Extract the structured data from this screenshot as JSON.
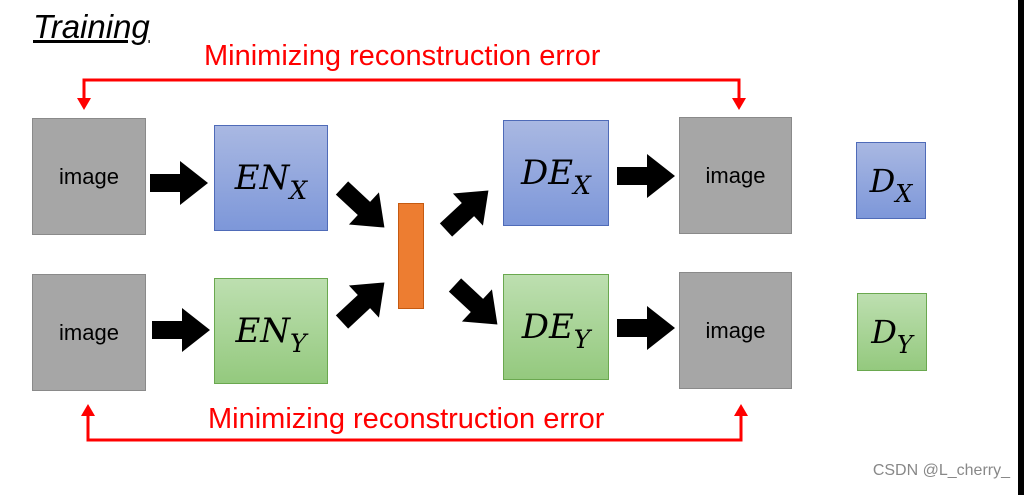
{
  "title": "Training",
  "top_label": "Minimizing reconstruction error",
  "bottom_label": "Minimizing reconstruction error",
  "image_label": "image",
  "encoders": {
    "x": {
      "main": "EN",
      "sub": "X"
    },
    "y": {
      "main": "EN",
      "sub": "Y"
    }
  },
  "decoders": {
    "x": {
      "main": "DE",
      "sub": "X"
    },
    "y": {
      "main": "DE",
      "sub": "Y"
    }
  },
  "discriminators": {
    "x": {
      "main": "D",
      "sub": "X"
    },
    "y": {
      "main": "D",
      "sub": "Y"
    }
  },
  "watermark": "CSDN @L_cherry_",
  "colors": {
    "error_red": "#ff0000",
    "encoder_x_blue": "#8eaadb",
    "encoder_y_green": "#a9d18e",
    "latent_orange": "#ed7d31",
    "image_gray": "#a6a6a6"
  }
}
